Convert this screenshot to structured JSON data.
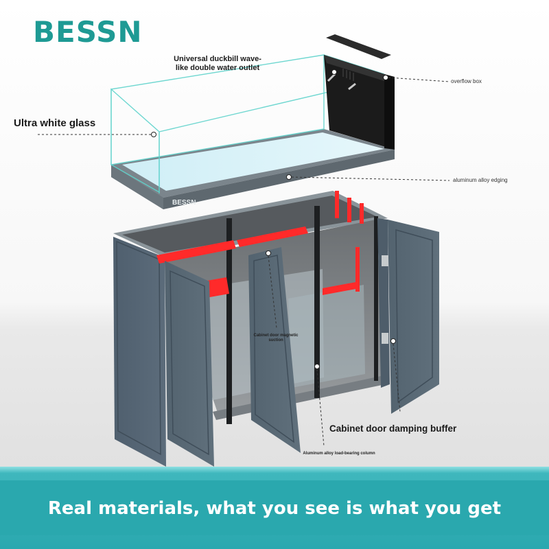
{
  "brand": {
    "logo_text": "BESSN",
    "color": "#1e9a94"
  },
  "product": {
    "tank_logo": "BESSN"
  },
  "labels": {
    "glass": "Ultra white glass",
    "outlet": "Universal duckbill wave-like double water outlet",
    "overflow": "overflow box",
    "edging": "aluminum alloy edging",
    "magnetic": "Cabinet door magnetic suction",
    "damping": "Cabinet door damping buffer",
    "column": "Aluminum alloy load-bearing column"
  },
  "banner": {
    "text": "Real materials, what you see is what you get",
    "color": "#2aa8ae"
  },
  "colors": {
    "cabinet": "#506070",
    "frame": "#7f8b92",
    "pipe": "#ff3030",
    "glass": "#9fdde6",
    "overflow_box": "#1b1b1b"
  }
}
